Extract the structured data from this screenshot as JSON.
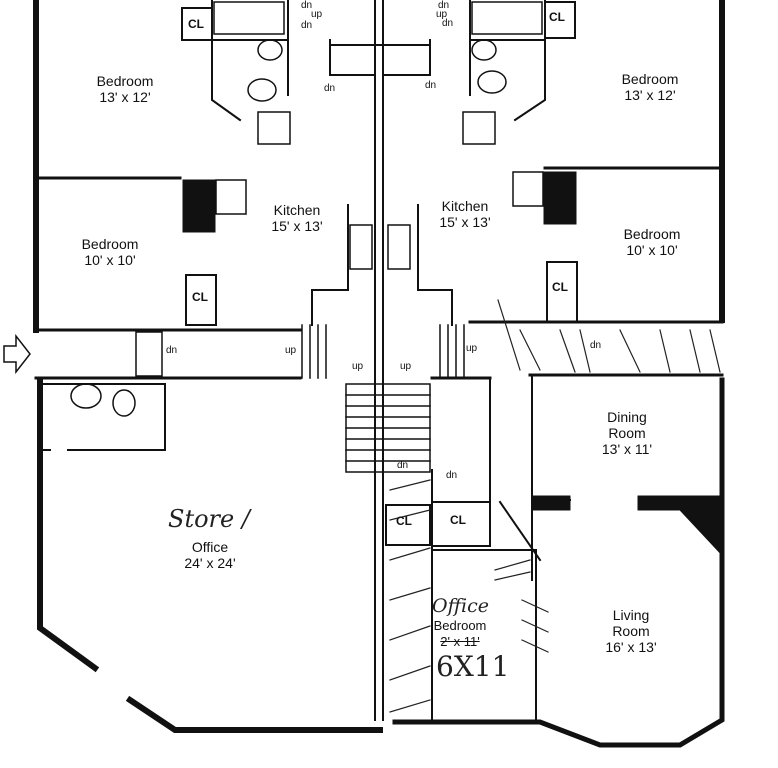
{
  "rooms": {
    "bedroom_nw": {
      "name": "Bedroom",
      "size": "13' x 12'"
    },
    "bedroom_w": {
      "name": "Bedroom",
      "size": "10' x 10'"
    },
    "kitchen_w": {
      "name": "Kitchen",
      "size": "15' x 13'"
    },
    "kitchen_e": {
      "name": "Kitchen",
      "size": "15' x 13'"
    },
    "bedroom_ne": {
      "name": "Bedroom",
      "size": "13' x 12'"
    },
    "bedroom_e": {
      "name": "Bedroom",
      "size": "10' x 10'"
    },
    "dining": {
      "name_line1": "Dining",
      "name_line2": "Room",
      "size": "13' x 11'"
    },
    "living": {
      "name_line1": "Living",
      "name_line2": "Room",
      "size": "16' x 13'"
    },
    "office": {
      "handwritten": "Store /",
      "name": "Office",
      "size": "24' x 24'"
    },
    "small_bedroom": {
      "handwritten_top": "Office",
      "name": "Bedroom",
      "struck_size": "2' x 11'",
      "handwritten_size": "6X11"
    }
  },
  "closet_label": "CL",
  "stairs": {
    "up": "up",
    "down": "dn"
  }
}
